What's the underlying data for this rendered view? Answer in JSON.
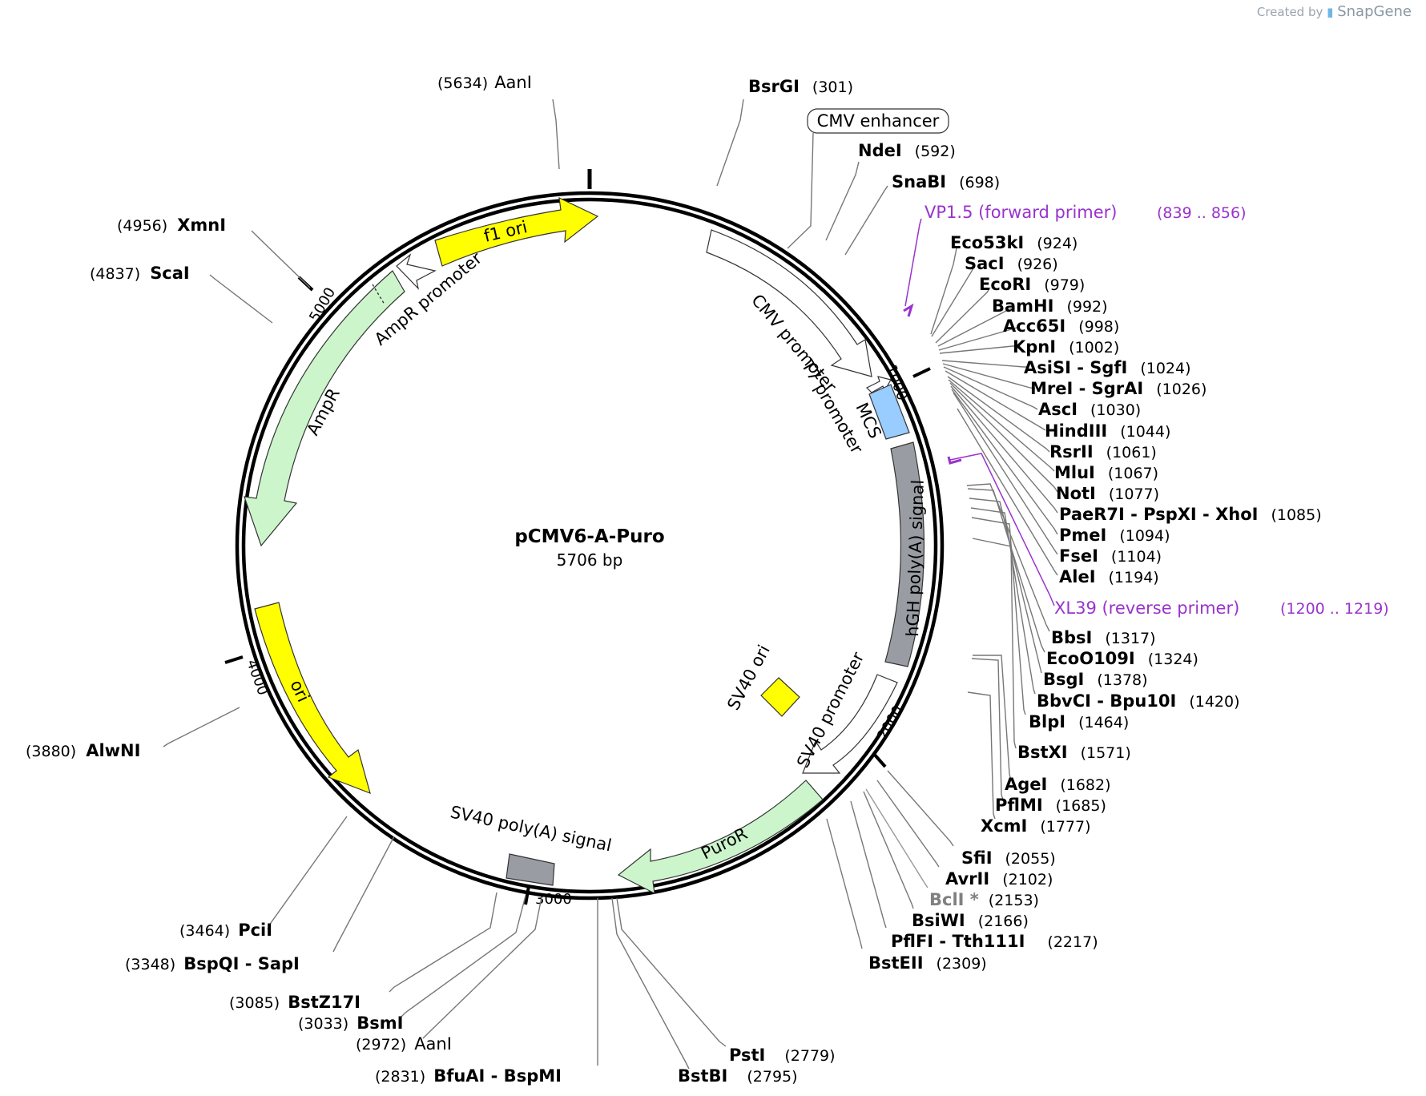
{
  "credit": {
    "prefix": "Created by",
    "brand": "SnapGene"
  },
  "plasmid": {
    "name": "pCMV6-A-Puro",
    "size_label": "5706 bp",
    "length": 5706
  },
  "ticks": [
    "1000",
    "2000",
    "3000",
    "4000",
    "5000"
  ],
  "features": [
    {
      "name": "f1 ori",
      "kind": "arrow",
      "color": "#ffff00"
    },
    {
      "name": "AmpR promoter",
      "kind": "arrow",
      "color": "#ffffff"
    },
    {
      "name": "AmpR",
      "kind": "arrow",
      "color": "#ccf5cc"
    },
    {
      "name": "ori",
      "kind": "arrow",
      "color": "#ffff00"
    },
    {
      "name": "CMV promoter",
      "kind": "arrow",
      "color": "#ffffff"
    },
    {
      "name": "T7 promoter",
      "kind": "arrow",
      "color": "#ffffff"
    },
    {
      "name": "MCS",
      "kind": "box",
      "color": "#99ccff"
    },
    {
      "name": "hGH poly(A) signal",
      "kind": "box",
      "color": "#999da3"
    },
    {
      "name": "SV40 promoter",
      "kind": "arrow",
      "color": "#ffffff"
    },
    {
      "name": "SV40 ori",
      "kind": "box",
      "color": "#ffff00"
    },
    {
      "name": "PuroR",
      "kind": "arrow",
      "color": "#ccf5cc"
    },
    {
      "name": "SV40 poly(A) signal",
      "kind": "box",
      "color": "#999da3"
    },
    {
      "name": "CMV enhancer",
      "kind": "boxed-label",
      "color": "#ffffff"
    }
  ],
  "sites": [
    {
      "name": "AanI",
      "pos": "(5634)",
      "bold": false
    },
    {
      "name": "BsrGI",
      "pos": "(301)",
      "bold": true
    },
    {
      "name": "NdeI",
      "pos": "(592)",
      "bold": true
    },
    {
      "name": "SnaBI",
      "pos": "(698)",
      "bold": true
    },
    {
      "name": "Eco53kI",
      "pos": "(924)",
      "bold": true
    },
    {
      "name": "SacI",
      "pos": "(926)",
      "bold": true
    },
    {
      "name": "EcoRI",
      "pos": "(979)",
      "bold": true
    },
    {
      "name": "BamHI",
      "pos": "(992)",
      "bold": true
    },
    {
      "name": "Acc65I",
      "pos": "(998)",
      "bold": true
    },
    {
      "name": "KpnI",
      "pos": "(1002)",
      "bold": true
    },
    {
      "name": "AsiSI - SgfI",
      "pos": "(1024)",
      "bold": true
    },
    {
      "name": "MreI - SgrAI",
      "pos": "(1026)",
      "bold": true
    },
    {
      "name": "AscI",
      "pos": "(1030)",
      "bold": true
    },
    {
      "name": "HindIII",
      "pos": "(1044)",
      "bold": true
    },
    {
      "name": "RsrII",
      "pos": "(1061)",
      "bold": true
    },
    {
      "name": "MluI",
      "pos": "(1067)",
      "bold": true
    },
    {
      "name": "NotI",
      "pos": "(1077)",
      "bold": true
    },
    {
      "name": "PaeR7I - PspXI - XhoI",
      "pos": "(1085)",
      "bold": true
    },
    {
      "name": "PmeI",
      "pos": "(1094)",
      "bold": true
    },
    {
      "name": "FseI",
      "pos": "(1104)",
      "bold": true
    },
    {
      "name": "AleI",
      "pos": "(1194)",
      "bold": true
    },
    {
      "name": "BbsI",
      "pos": "(1317)",
      "bold": true
    },
    {
      "name": "EcoO109I",
      "pos": "(1324)",
      "bold": true
    },
    {
      "name": "BsgI",
      "pos": "(1378)",
      "bold": true
    },
    {
      "name": "BbvCI - Bpu10I",
      "pos": "(1420)",
      "bold": true
    },
    {
      "name": "BlpI",
      "pos": "(1464)",
      "bold": true
    },
    {
      "name": "BstXI",
      "pos": "(1571)",
      "bold": true
    },
    {
      "name": "AgeI",
      "pos": "(1682)",
      "bold": true
    },
    {
      "name": "PflMI",
      "pos": "(1685)",
      "bold": true
    },
    {
      "name": "XcmI",
      "pos": "(1777)",
      "bold": true
    },
    {
      "name": "SfiI",
      "pos": "(2055)",
      "bold": true
    },
    {
      "name": "AvrII",
      "pos": "(2102)",
      "bold": true
    },
    {
      "name": "BclI *",
      "pos": "(2153)",
      "bold": true
    },
    {
      "name": "BsiWI",
      "pos": "(2166)",
      "bold": true
    },
    {
      "name": "PflFI - Tth111I",
      "pos": "(2217)",
      "bold": true
    },
    {
      "name": "BstEII",
      "pos": "(2309)",
      "bold": true
    },
    {
      "name": "PstI",
      "pos": "(2779)",
      "bold": true
    },
    {
      "name": "BstBI",
      "pos": "(2795)",
      "bold": true
    },
    {
      "name": "BfuAI - BspMI",
      "pos": "(2831)",
      "bold": true
    },
    {
      "name": "AanI",
      "pos": "(2972)",
      "bold": false
    },
    {
      "name": "BsmI",
      "pos": "(3033)",
      "bold": true
    },
    {
      "name": "BstZ17I",
      "pos": "(3085)",
      "bold": true
    },
    {
      "name": "BspQI - SapI",
      "pos": "(3348)",
      "bold": true
    },
    {
      "name": "PciI",
      "pos": "(3464)",
      "bold": true
    },
    {
      "name": "AlwNI",
      "pos": "(3880)",
      "bold": true
    },
    {
      "name": "ScaI",
      "pos": "(4837)",
      "bold": true
    },
    {
      "name": "XmnI",
      "pos": "(4956)",
      "bold": true
    }
  ],
  "primers": [
    {
      "name": "VP1.5 (forward primer)",
      "range": "(839 .. 856)",
      "color": "#9933cc"
    },
    {
      "name": "XL39 (reverse primer)",
      "range": "(1200 .. 1219)",
      "color": "#9933cc"
    }
  ],
  "colors": {
    "backbone": "#000000",
    "leader": "#777777",
    "primer": "#9933cc",
    "grey_site": "#808080"
  }
}
